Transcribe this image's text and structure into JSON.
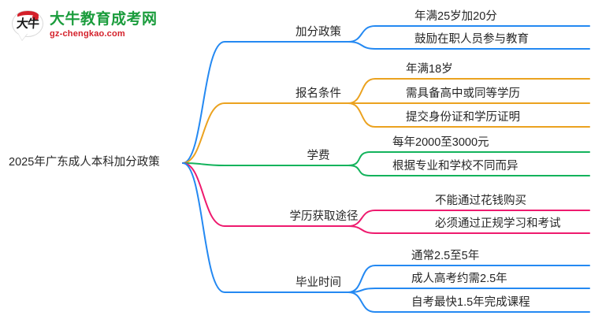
{
  "logo": {
    "mark_text": "大牛",
    "title": "大牛教育成考网",
    "subtitle": "gz-chengkao.com",
    "brand_green": "#1a9c3c",
    "brand_red": "#d4202a"
  },
  "mindmap": {
    "root": "2025年广东成人本科加分政策",
    "branches": [
      {
        "label": "加分政策",
        "color": "#2489f2",
        "leaves": [
          "年满25岁加20分",
          "鼓励在职人员参与教育"
        ]
      },
      {
        "label": "报名条件",
        "color": "#eba21f",
        "leaves": [
          "年满18岁",
          "需具备高中或同等学历",
          "提交身份证和学历证明"
        ]
      },
      {
        "label": "学费",
        "color": "#13b35c",
        "leaves": [
          "每年2000至3000元",
          "根据专业和学校不同而异"
        ]
      },
      {
        "label": "学历获取途径",
        "color": "#ee1a6e",
        "leaves": [
          "不能通过花钱购买",
          "必须通过正规学习和考试"
        ]
      },
      {
        "label": "毕业时间",
        "color": "#2489f2",
        "leaves": [
          "通常2.5至5年",
          "成人高考约需2.5年",
          "自考最快1.5年完成课程"
        ]
      }
    ]
  }
}
